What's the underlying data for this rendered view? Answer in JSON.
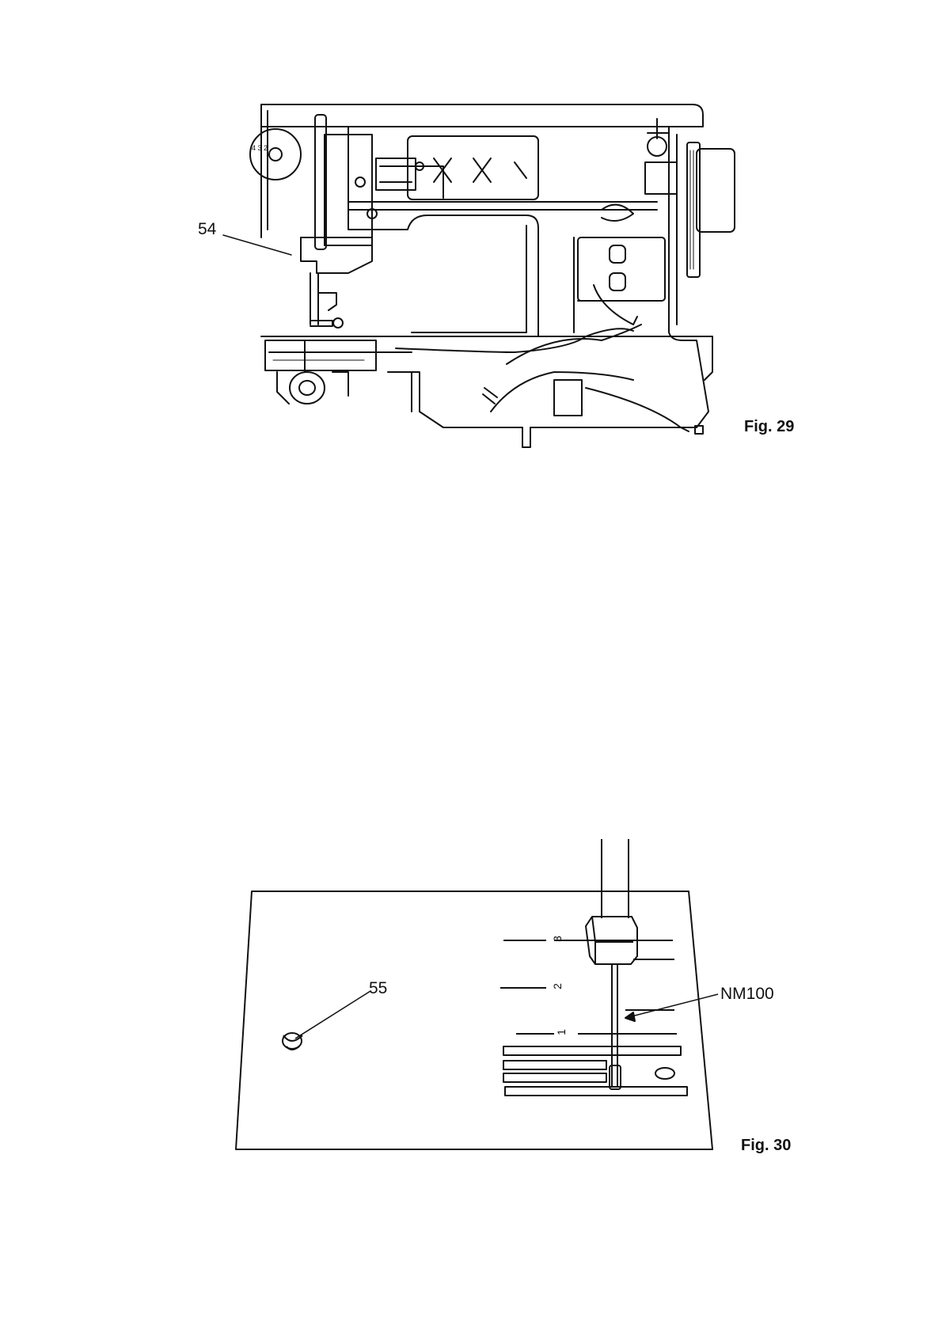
{
  "fig29": {
    "caption": "Fig. 29",
    "callout": "54"
  },
  "fig30": {
    "caption": "Fig. 30",
    "callout_screw": "55",
    "callout_needle": "NM100",
    "scale_marks": [
      "3",
      "2",
      "1"
    ]
  }
}
